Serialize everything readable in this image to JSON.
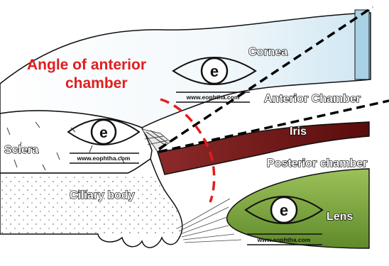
{
  "diagram": {
    "title_lines": [
      "Angle of anterior",
      "chamber"
    ],
    "labels": {
      "cornea": "Cornea",
      "anterior_chamber": "Anterior Chamber",
      "iris": "Iris",
      "posterior_chamber": "Posterior chamber",
      "sclera": "Sclera",
      "ciliary_body": "Ciliary body",
      "lens": "Lens"
    },
    "watermark": {
      "letter": "e",
      "url": "www.eophtha.com"
    },
    "colors": {
      "title_red": "#e21d1d",
      "iris": "#7a1414",
      "lens": "#7fa33a",
      "cornea_edge": "#a9d1e6"
    }
  }
}
